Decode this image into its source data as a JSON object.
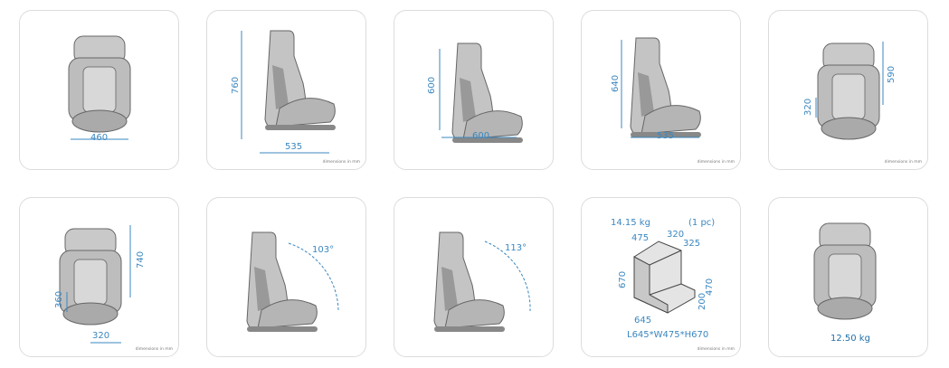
{
  "accent": "#3b87c0",
  "note": "dimensions in mm",
  "cards": [
    {
      "id": "front-width",
      "labels": [
        "460"
      ]
    },
    {
      "id": "side-upright",
      "labels": [
        "760",
        "535"
      ]
    },
    {
      "id": "side-recline-1",
      "labels": [
        "600",
        "600"
      ]
    },
    {
      "id": "side-recline-2",
      "labels": [
        "640",
        "535"
      ]
    },
    {
      "id": "front-seat",
      "labels": [
        "590",
        "320"
      ]
    },
    {
      "id": "front-full",
      "labels": [
        "740",
        "360",
        "320"
      ]
    },
    {
      "id": "angle-103",
      "labels": [
        "103°"
      ]
    },
    {
      "id": "angle-113",
      "labels": [
        "113°"
      ]
    },
    {
      "id": "package",
      "labels": [
        "14.15 kg",
        "(1 pc)",
        "475",
        "320",
        "325",
        "670",
        "470",
        "200",
        "645",
        "L645*W475*H670"
      ]
    },
    {
      "id": "weight",
      "labels": [
        "12.50 kg"
      ]
    }
  ]
}
